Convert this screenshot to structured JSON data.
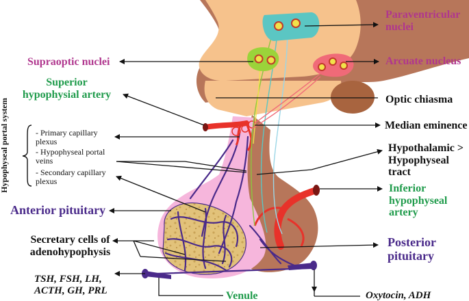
{
  "labels": {
    "paraventricular": "Paraventricular nuclei",
    "supraoptic": "Supraoptic nuclei",
    "arcuate": "Arcuate nucleus",
    "superior_artery": "Superior hypophysial artery",
    "optic_chiasma": "Optic chiasma",
    "portal_system": "Hypophyseal portal system",
    "primary_plexus": "- Primary capillary plexus",
    "portal_veins": "- Hypophyseal portal veins",
    "secondary_plexus": "- Secondary capillary plexus",
    "median_eminence": "Median eminence",
    "hypothalamic_tract": "Hypothalamic > Hypophyseal tract",
    "inferior_artery": "Inferior hypophyseal artery",
    "anterior_pituitary": "Anterior pituitary",
    "secretory_cells": "Secretary cells of adenohypophysis",
    "posterior_pituitary": "Posterior pituitary",
    "hormones": "TSH, FSH, LH, ACTH, GH, PRL",
    "venule": "Venule",
    "oxytocin": "Oxytocin, ADH"
  },
  "colors": {
    "hypothalamus": "#f6c28c",
    "posterior_lobe": "#b7765a",
    "anterior_gland": "#f6b6dc",
    "artery": "#e8322a",
    "vein": "#4a2a8a",
    "paraventricular_nucleus": "#5bc6c3",
    "supraoptic_nucleus": "#9bd33a",
    "arcuate_nucleus": "#f06a78",
    "magenta_label": "#b0368e",
    "green_label": "#1f9b4b",
    "purple_label": "#4a2a8a"
  }
}
